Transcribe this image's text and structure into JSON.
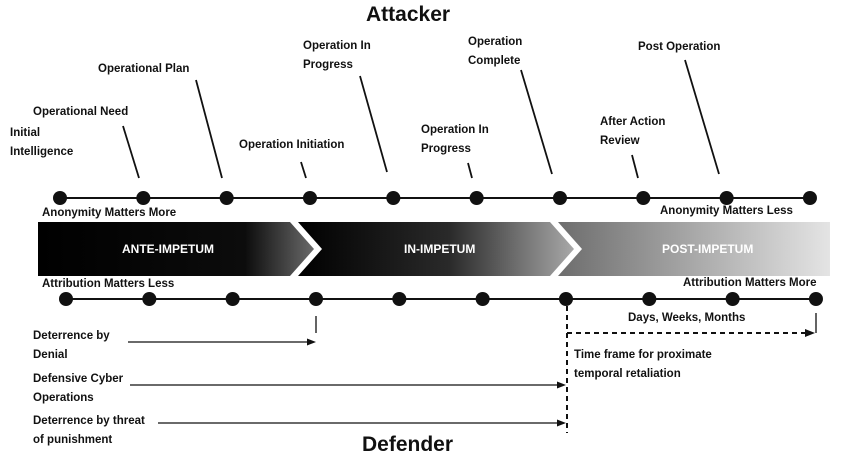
{
  "titles": {
    "attacker": "Attacker",
    "defender": "Defender"
  },
  "attacker_events": [
    {
      "lines": [
        "Initial",
        "Intelligence"
      ]
    },
    {
      "lines": [
        "Operational Need"
      ]
    },
    {
      "lines": [
        "Operational Plan"
      ]
    },
    {
      "lines": [
        "Operation Initiation"
      ]
    },
    {
      "lines": [
        "Operation In",
        "Progress"
      ]
    },
    {
      "lines": [
        "Operation In",
        "Progress"
      ]
    },
    {
      "lines": [
        "Operation",
        "Complete"
      ]
    },
    {
      "lines": [
        "After Action",
        "Review"
      ]
    },
    {
      "lines": [
        "Post Operation"
      ]
    }
  ],
  "attacker_notes": {
    "left": "Anonymity Matters More",
    "right": "Anonymity Matters Less"
  },
  "phases": [
    "ANTE-IMPETUM",
    "IN-IMPETUM",
    "POST-IMPETUM"
  ],
  "defender_notes": {
    "left": "Attribution Matters Less",
    "right": "Attribution Matters More"
  },
  "defender_items": [
    {
      "lines": [
        "Deterrence by",
        "Denial"
      ]
    },
    {
      "lines": [
        "Defensive Cyber",
        "Operations"
      ]
    },
    {
      "lines": [
        "Deterrence by threat",
        "of punishment"
      ]
    }
  ],
  "retaliation": {
    "duration": "Days, Weeks, Months",
    "lines": [
      "Time frame for proximate",
      "temporal retaliation"
    ]
  },
  "colors": {
    "line": "#111111",
    "phase_dark": "#000000",
    "phase_light": "#dedede"
  }
}
